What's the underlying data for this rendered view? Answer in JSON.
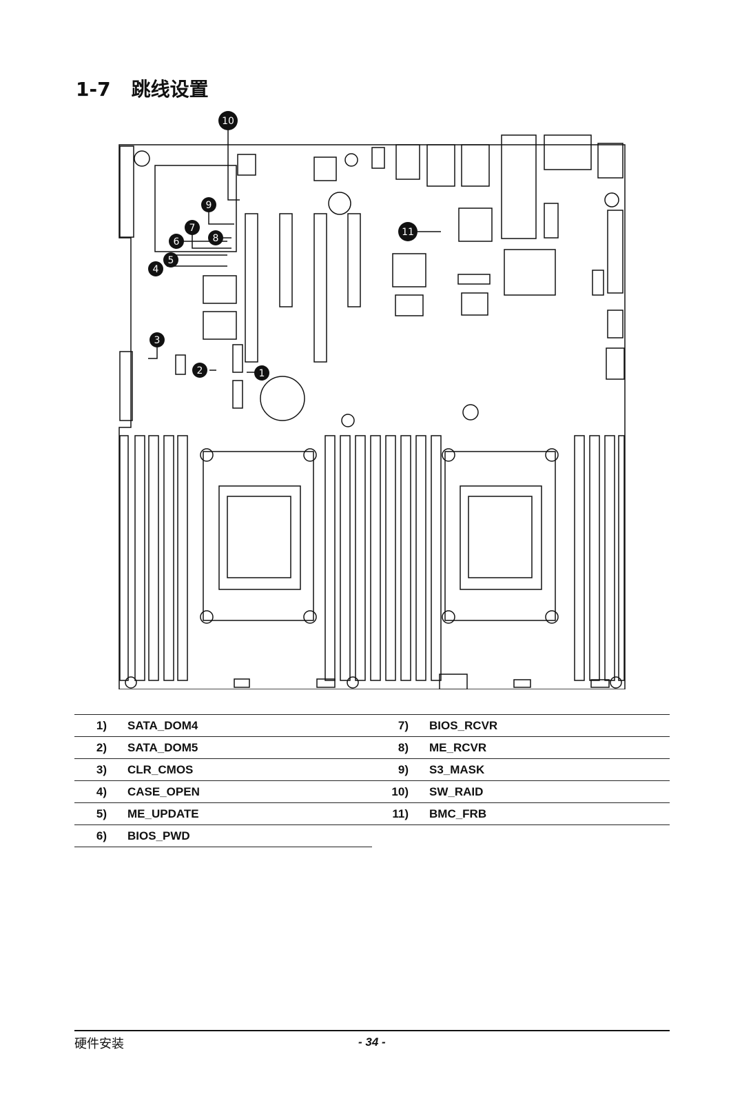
{
  "heading": {
    "number": "1-7",
    "title": "跳线设置"
  },
  "callouts": [
    "1",
    "2",
    "3",
    "4",
    "5",
    "6",
    "7",
    "8",
    "9",
    "10",
    "11"
  ],
  "legend": [
    {
      "left_num": "1)",
      "left_label": "SATA_DOM4",
      "right_num": "7)",
      "right_label": "BIOS_RCVR"
    },
    {
      "left_num": "2)",
      "left_label": "SATA_DOM5",
      "right_num": "8)",
      "right_label": "ME_RCVR"
    },
    {
      "left_num": "3)",
      "left_label": "CLR_CMOS",
      "right_num": "9)",
      "right_label": "S3_MASK"
    },
    {
      "left_num": "4)",
      "left_label": "CASE_OPEN",
      "right_num": "10)",
      "right_label": "SW_RAID"
    },
    {
      "left_num": "5)",
      "left_label": "ME_UPDATE",
      "right_num": "11)",
      "right_label": "BMC_FRB"
    },
    {
      "left_num": "6)",
      "left_label": "BIOS_PWD",
      "right_num": "",
      "right_label": ""
    }
  ],
  "footer": {
    "section": "硬件安装",
    "page": "- 34 -"
  }
}
